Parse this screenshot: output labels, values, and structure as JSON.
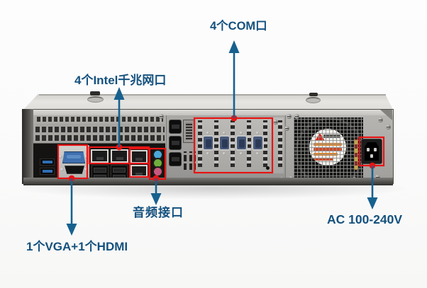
{
  "colors": {
    "label_text": "#14517e",
    "arrow": "#17618f",
    "highlight_box": "#e81414"
  },
  "labels": {
    "com_ports": "4个COM口",
    "lan_ports": "4个Intel千兆网口",
    "audio": "音频接口",
    "video": "1个VGA+1个HDMI",
    "power": "AC 100-240V"
  }
}
